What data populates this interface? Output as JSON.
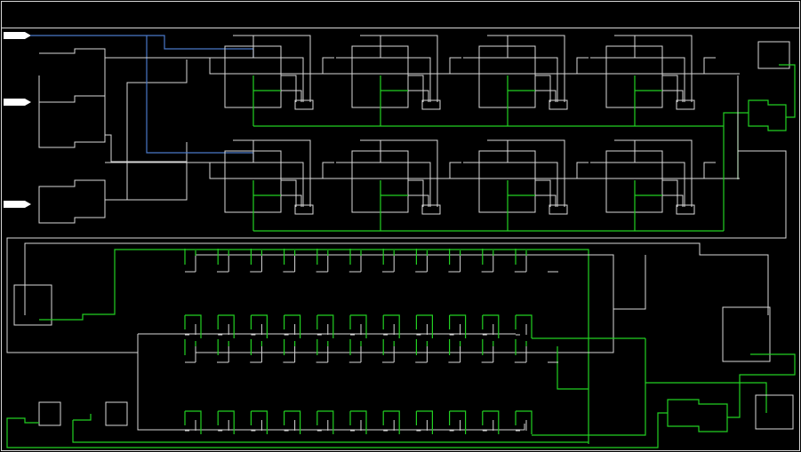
{
  "colors": {
    "background": "#000000",
    "wire_white": "#d8d8d8",
    "wire_green": "#22d022",
    "wire_blue": "#4a78c8",
    "pin": "#ffffff"
  },
  "diagram": {
    "input_pin_count": 3,
    "top_cell_rows": 2,
    "top_cells_per_row": 4,
    "lower_element_rows": 4,
    "lower_elements_per_row": 11
  }
}
